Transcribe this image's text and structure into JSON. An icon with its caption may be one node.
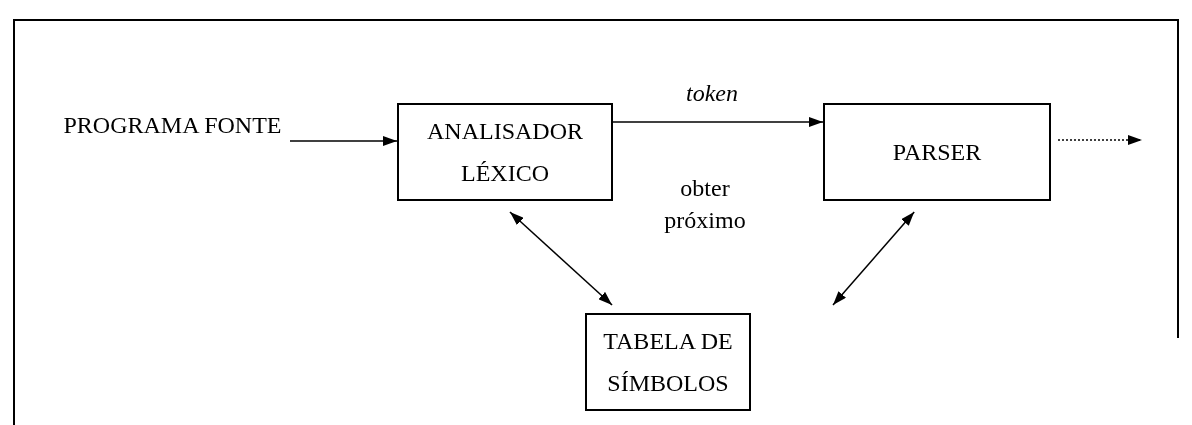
{
  "diagram": {
    "nodes": [
      {
        "text": [
          "PROGRAMA FONTE"
        ]
      },
      {
        "text": [
          "ANALISADOR LÉXICO"
        ]
      },
      {
        "text": [
          "PARSER"
        ]
      },
      {
        "text": [
          "TABELA DE SÍMBOLOS"
        ]
      }
    ],
    "edges": [
      {
        "from": 0,
        "to": 1,
        "arrow": "to"
      },
      {
        "from": 1,
        "to": 2,
        "arrow": "to",
        "label": "token"
      },
      {
        "from": 2,
        "to": null,
        "arrow": "to",
        "style": "dashed"
      },
      {
        "from": 1,
        "to": 3,
        "arrow": "both"
      },
      {
        "from": 2,
        "to": 3,
        "arrow": "both"
      }
    ],
    "labels": [
      "obter próximo"
    ]
  }
}
